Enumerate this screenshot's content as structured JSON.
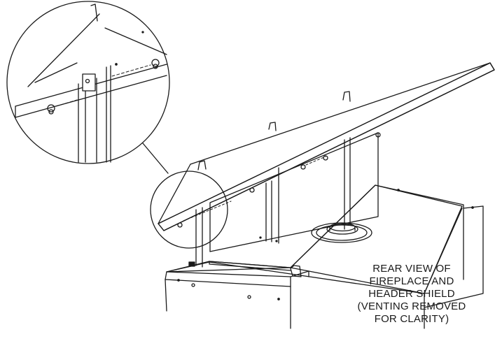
{
  "caption": {
    "lines": [
      "REAR VIEW OF",
      "FIREPLACE AND",
      "HEADER SHIELD",
      "(VENTING REMOVED",
      "FOR CLARITY)"
    ]
  },
  "colors": {
    "line": "#1a1a1a",
    "background": "#ffffff"
  }
}
